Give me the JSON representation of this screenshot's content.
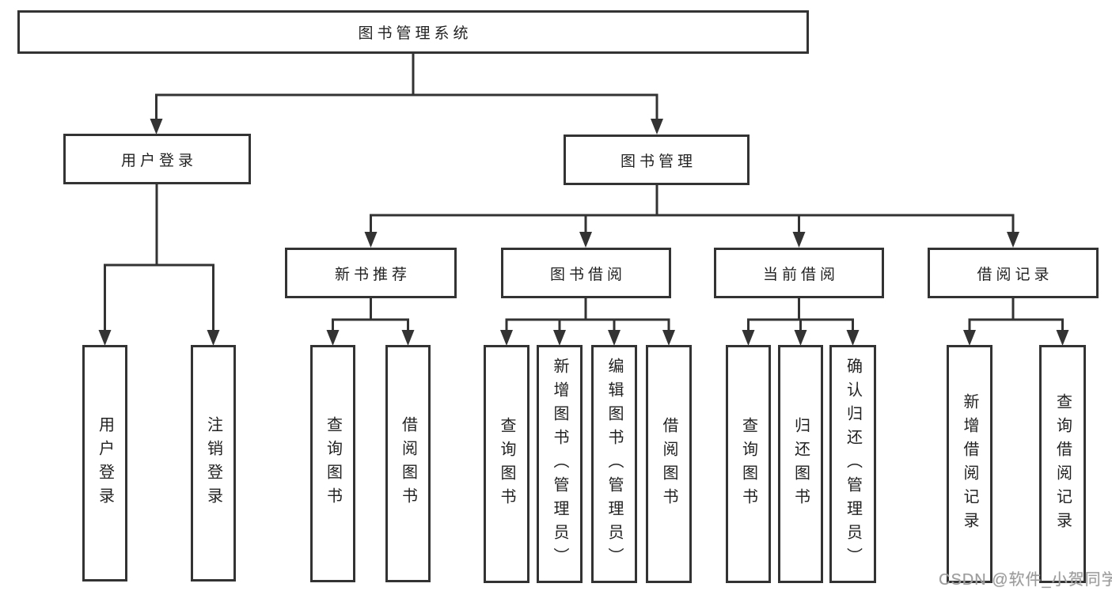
{
  "diagram": {
    "root": {
      "label": "图书管理系统"
    },
    "branches": [
      {
        "label": "用户登录",
        "children": [
          {
            "label": "用户登录"
          },
          {
            "label": "注销登录"
          }
        ]
      },
      {
        "label": "图书管理",
        "children": [
          {
            "label": "新书推荐",
            "children": [
              {
                "label": "查询图书"
              },
              {
                "label": "借阅图书"
              }
            ]
          },
          {
            "label": "图书借阅",
            "children": [
              {
                "label": "查询图书"
              },
              {
                "label": "新增图书（管理员）"
              },
              {
                "label": "编辑图书（管理员）"
              },
              {
                "label": "借阅图书"
              }
            ]
          },
          {
            "label": "当前借阅",
            "children": [
              {
                "label": "查询图书"
              },
              {
                "label": "归还图书"
              },
              {
                "label": "确认归还（管理员）"
              }
            ]
          },
          {
            "label": "借阅记录",
            "children": [
              {
                "label": "新增借阅记录"
              },
              {
                "label": "查询借阅记录"
              }
            ]
          }
        ]
      }
    ],
    "watermark": "CSDN @软件_小贺同学",
    "colors": {
      "line": "#333333",
      "box_border": "#333333",
      "background": "#ffffff",
      "watermark": "#9c9c9c"
    }
  }
}
